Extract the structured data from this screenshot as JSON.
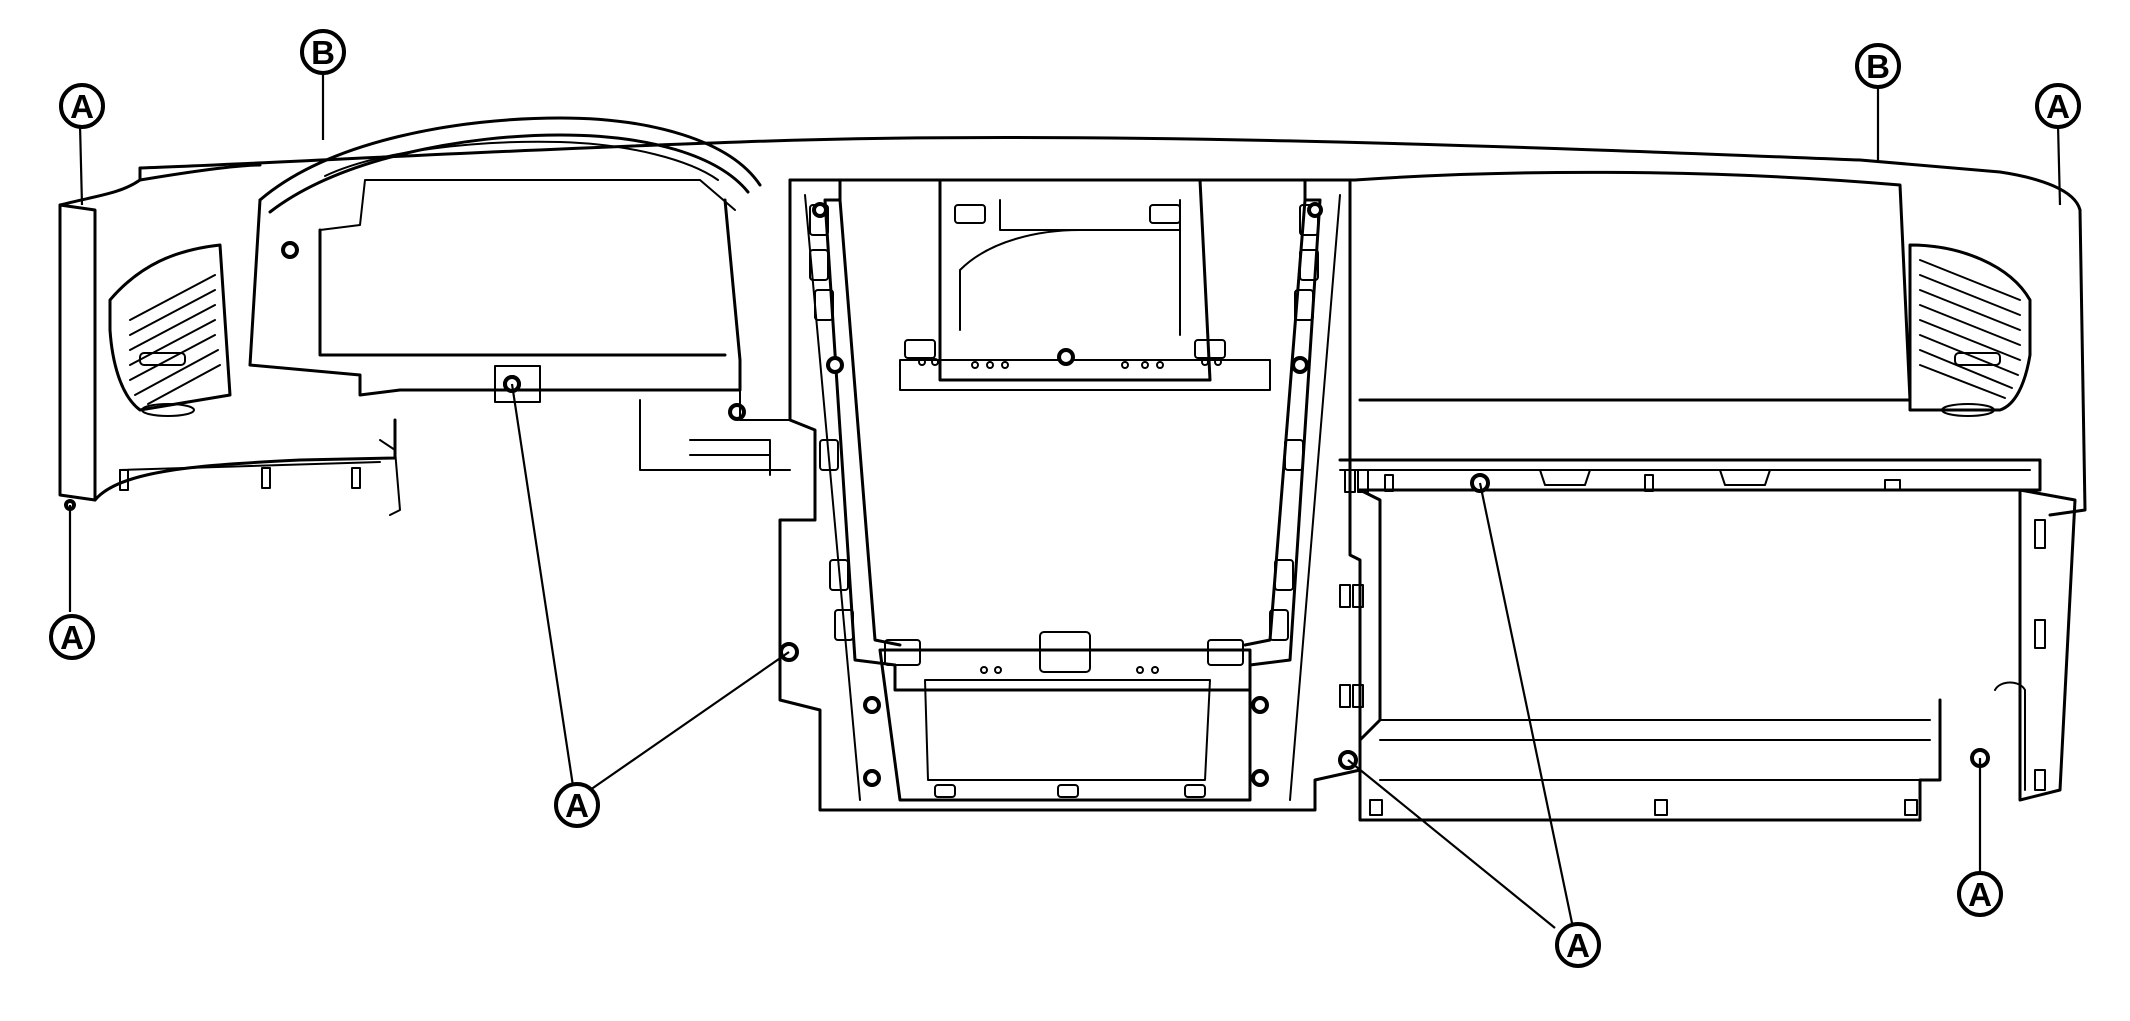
{
  "colors": {
    "line": "#000000",
    "background": "#ffffff"
  },
  "callouts": [
    {
      "id": "a-top-left",
      "label": "A",
      "variant": "clip"
    },
    {
      "id": "b-top-left",
      "label": "B",
      "variant": "clip"
    },
    {
      "id": "b-top-right",
      "label": "B",
      "variant": "clip"
    },
    {
      "id": "a-top-right",
      "label": "A",
      "variant": "clip"
    },
    {
      "id": "a-left-mid",
      "label": "A",
      "variant": "clip"
    },
    {
      "id": "a-center-bottom",
      "label": "A",
      "variant": "clip"
    },
    {
      "id": "a-right-center",
      "label": "A",
      "variant": "clip"
    },
    {
      "id": "a-right-bottom",
      "label": "A",
      "variant": "clip"
    }
  ]
}
